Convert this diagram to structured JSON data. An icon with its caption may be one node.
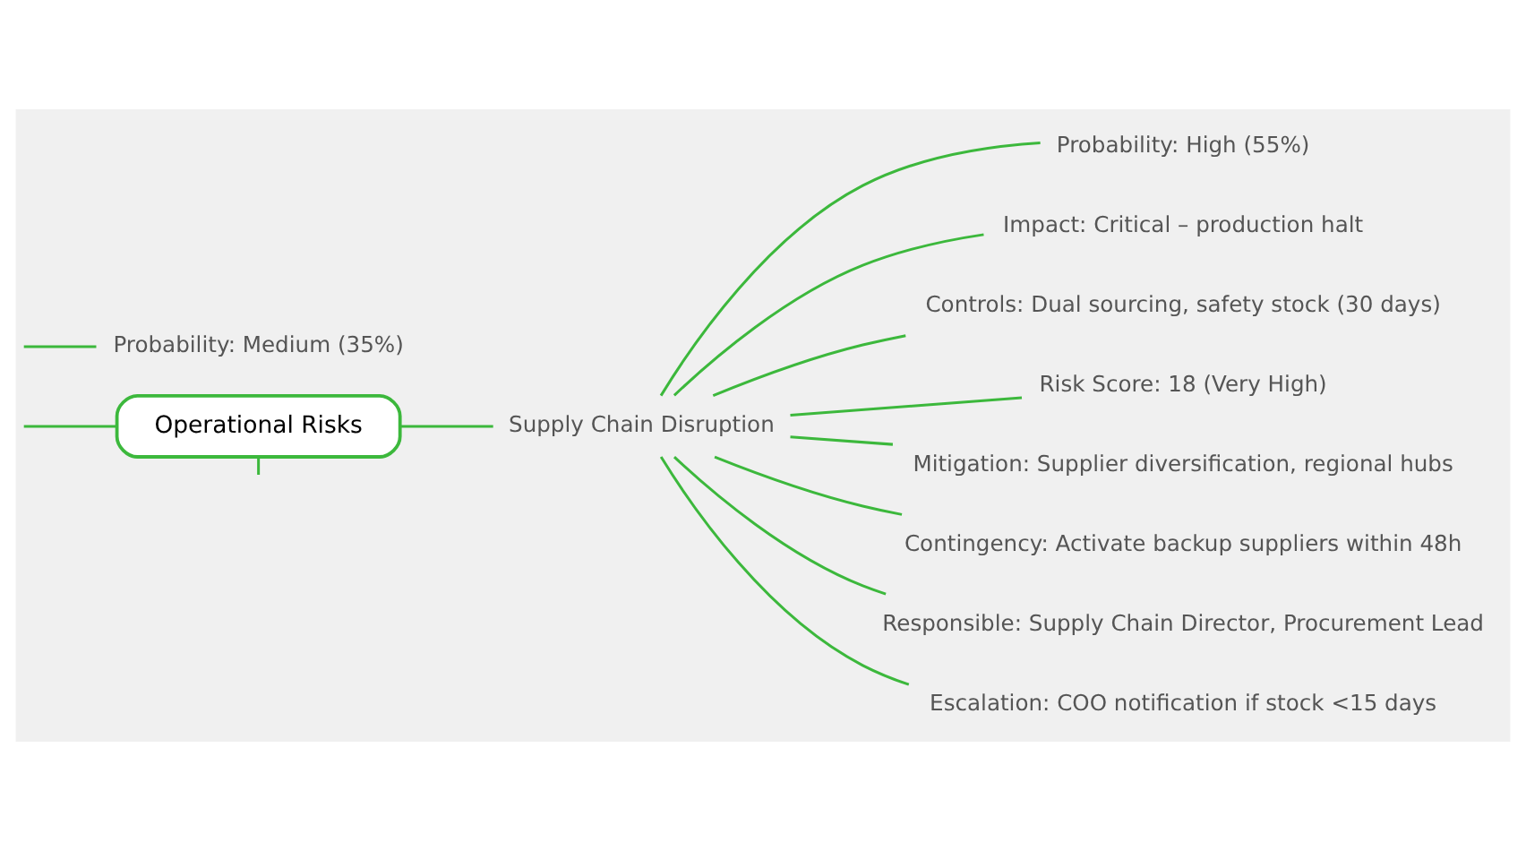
{
  "diagram": {
    "nodes": [
      {
        "text": [
          "Operational Risks"
        ]
      },
      {
        "text": [
          "Supply Chain Disruption"
        ]
      },
      {
        "text": [
          "Probability: High (55%)"
        ]
      },
      {
        "text": [
          "Impact: Critical – production halt"
        ]
      },
      {
        "text": [
          "Controls: Dual sourcing, safety stock (30 days)"
        ]
      },
      {
        "text": [
          "Risk Score: 18 (Very High)"
        ]
      },
      {
        "text": [
          "Mitigation: Supplier diversification, regional hubs"
        ]
      },
      {
        "text": [
          "Contingency: Activate backup suppliers within 48h"
        ]
      },
      {
        "text": [
          "Responsible: Supply Chain Director, Procurement Lead"
        ]
      },
      {
        "text": [
          "Escalation: COO notification if stock <15 days"
        ]
      },
      {
        "text": [
          "Probability: Medium (35%)"
        ]
      }
    ],
    "edges": [
      {
        "from": null,
        "to": 0,
        "arrow": "none"
      },
      {
        "from": 0,
        "to": 1,
        "arrow": "none"
      },
      {
        "from": 0,
        "to": null,
        "arrow": "none"
      },
      {
        "from": 1,
        "to": 2,
        "arrow": "none"
      },
      {
        "from": 1,
        "to": 3,
        "arrow": "none"
      },
      {
        "from": 1,
        "to": 4,
        "arrow": "none"
      },
      {
        "from": 1,
        "to": 5,
        "arrow": "none"
      },
      {
        "from": 1,
        "to": 6,
        "arrow": "none"
      },
      {
        "from": 1,
        "to": 7,
        "arrow": "none"
      },
      {
        "from": 1,
        "to": 8,
        "arrow": "none"
      },
      {
        "from": 1,
        "to": 9,
        "arrow": "none"
      },
      {
        "from": null,
        "to": 10,
        "arrow": "none"
      }
    ]
  }
}
